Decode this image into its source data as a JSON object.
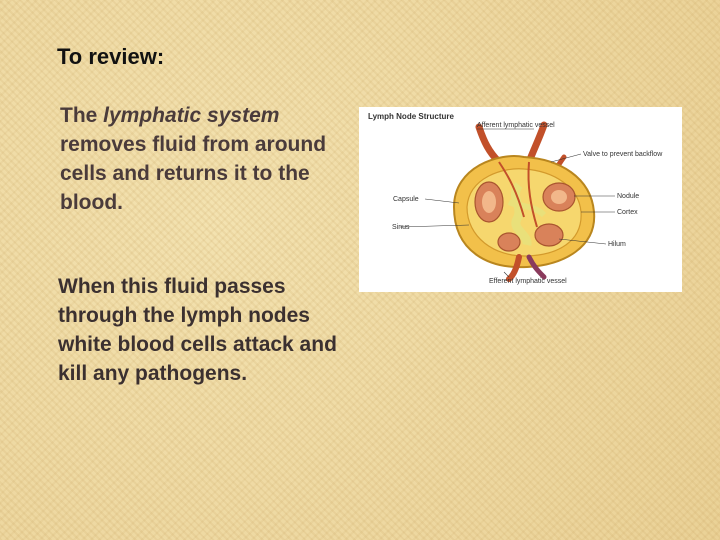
{
  "slide": {
    "heading": "To review:",
    "para1": {
      "prefix": "The ",
      "emphasis": "lymphatic system",
      "rest": " removes fluid from around cells and returns it to the blood."
    },
    "para2": "When this fluid passes through the lymph nodes white blood cells attack and kill any pathogens."
  },
  "figure": {
    "title": "Lymph Node Structure",
    "labels": {
      "afferent": "Afferent lymphatic vessel",
      "valve": "Valve to prevent backflow",
      "capsule": "Capsule",
      "nodule": "Nodule",
      "cortex": "Cortex",
      "sinus": "Sinus",
      "hilum": "Hilum",
      "efferent": "Efferent lymphatic vessel"
    }
  }
}
